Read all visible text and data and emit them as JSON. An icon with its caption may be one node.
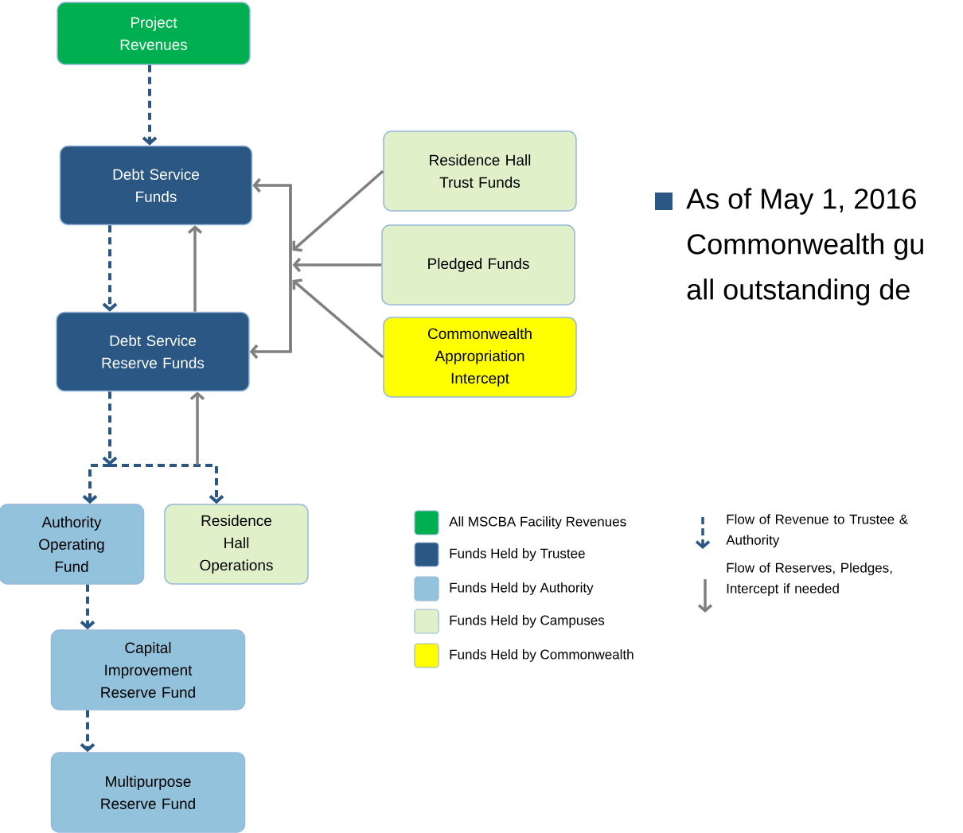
{
  "diagram": {
    "nodes": [
      {
        "text": [
          "Project Revenues"
        ]
      },
      {
        "text": [
          "Debt Service Funds"
        ]
      },
      {
        "text": [
          "Residence Hall Trust Funds"
        ]
      },
      {
        "text": [
          "Pledged Funds"
        ]
      },
      {
        "text": [
          "Commonwealth Appropriation Intercept"
        ]
      },
      {
        "text": [
          "Debt Service Reserve Funds"
        ]
      },
      {
        "text": [
          "Authority Operating Fund"
        ]
      },
      {
        "text": [
          "Residence Hall Operations"
        ]
      },
      {
        "text": [
          "Capital Improvement Reserve Fund"
        ]
      },
      {
        "text": [
          "Multipurpose Reserve Fund"
        ]
      }
    ],
    "edges": [
      {
        "from": 0,
        "to": 1,
        "arrow": "to",
        "style": "dashed",
        "color": "#2a5783"
      },
      {
        "from": 1,
        "to": 5,
        "arrow": "to",
        "style": "dashed",
        "color": "#2a5783"
      },
      {
        "from": 5,
        "to": 1,
        "arrow": "to"
      },
      {
        "from": 2,
        "to": 1,
        "arrow": "to"
      },
      {
        "from": 2,
        "to": 5,
        "arrow": "to"
      },
      {
        "from": 3,
        "to": 1,
        "arrow": "to"
      },
      {
        "from": 3,
        "to": 5,
        "arrow": "to"
      },
      {
        "from": 4,
        "to": 1,
        "arrow": "to"
      },
      {
        "from": 4,
        "to": 5,
        "arrow": "to"
      },
      {
        "from": 5,
        "to": 6,
        "arrow": "to",
        "style": "dashed",
        "color": "#2a5783"
      },
      {
        "from": 5,
        "to": 7,
        "arrow": "to",
        "style": "dashed",
        "color": "#2a5783"
      },
      {
        "from": 7,
        "to": 5,
        "arrow": "to"
      },
      {
        "from": 6,
        "to": 8,
        "arrow": "to",
        "style": "dashed",
        "color": "#2a5783"
      },
      {
        "from": 8,
        "to": 9,
        "arrow": "to",
        "style": "dashed",
        "color": "#2a5783"
      }
    ],
    "labels": [
      "As of May 1, 2016",
      "Commonwealth gu",
      "all outstanding de"
    ],
    "legend": [
      {
        "text": "All MSCBA Facility Revenues",
        "color": "#00b050"
      },
      {
        "text": "Funds Held by Trustee",
        "color": "#2a5783"
      },
      {
        "text": "Funds Held by Authority",
        "color": "#93c3dc"
      },
      {
        "text": "Funds Held by Campuses",
        "color": "#e0f0c8"
      },
      {
        "text": "Funds Held by Commonwealth",
        "color": "#ffff00"
      },
      {
        "text": "Flow of Revenue to Trustee & Authority"
      },
      {
        "text": "Flow of Reserves, Pledges, Intercept if needed"
      }
    ]
  }
}
